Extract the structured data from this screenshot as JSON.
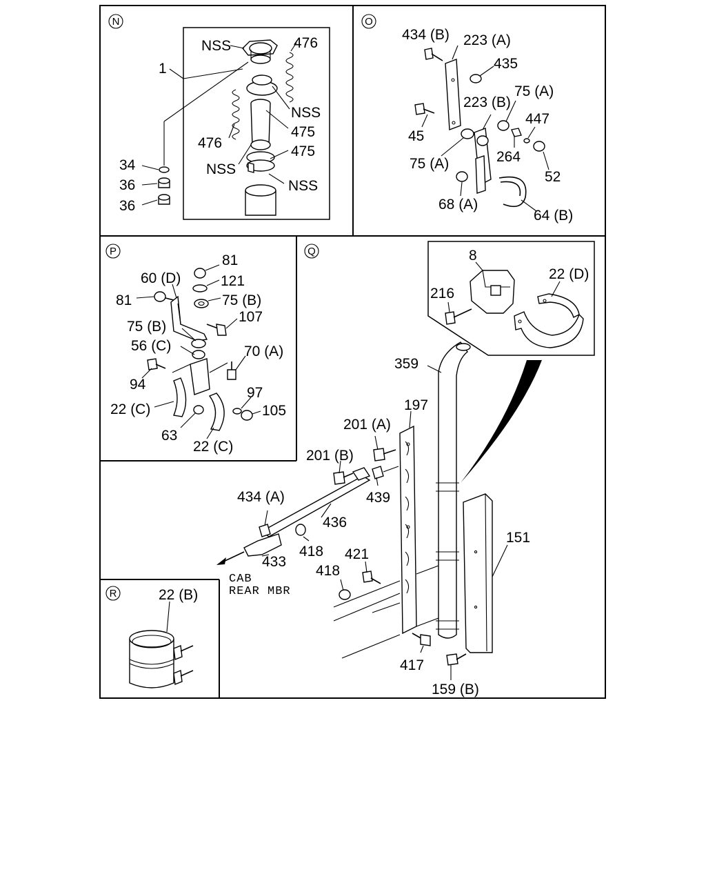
{
  "sections": {
    "N": {
      "marker": "N",
      "labels": {
        "nss_top": "NSS",
        "l476_top": "476",
        "l1": "1",
        "nss_mid": "NSS",
        "l475_a": "475",
        "l476_left": "476",
        "l475_b": "475",
        "nss_left": "NSS",
        "nss_bottom": "NSS",
        "l34": "34",
        "l36_a": "36",
        "l36_b": "36"
      }
    },
    "O": {
      "marker": "O",
      "labels": {
        "l434b": "434 (B)",
        "l223a": "223 (A)",
        "l435": "435",
        "l75a_top": "75 (A)",
        "l223b": "223 (B)",
        "l447": "447",
        "l45": "45",
        "l75a_left": "75 (A)",
        "l264": "264",
        "l52": "52",
        "l68a": "68 (A)",
        "l64b": "64 (B)"
      }
    },
    "P": {
      "marker": "P",
      "labels": {
        "l81_top": "81",
        "l60d": "60 (D)",
        "l121": "121",
        "l81_left": "81",
        "l75b_right": "75 (B)",
        "l107": "107",
        "l75b_left": "75 (B)",
        "l56c": "56 (C)",
        "l70a": "70 (A)",
        "l94": "94",
        "l97": "97",
        "l22c_left": "22 (C)",
        "l105": "105",
        "l63": "63",
        "l22c_bottom": "22 (C)"
      }
    },
    "Q": {
      "marker": "Q",
      "labels": {
        "l8": "8",
        "l22d": "22 (D)",
        "l216": "216",
        "l359": "359",
        "l197": "197",
        "l201a": "201 (A)",
        "l201b": "201 (B)",
        "l439": "439",
        "l434a": "434 (A)",
        "l436": "436",
        "l151": "151",
        "l418_a": "418",
        "l433": "433",
        "l421": "421",
        "l418_b": "418",
        "l417": "417",
        "l159b": "159 (B)"
      },
      "note_line1": "CAB",
      "note_line2": "REAR MBR"
    },
    "R": {
      "marker": "R",
      "labels": {
        "l22b": "22 (B)"
      }
    }
  }
}
